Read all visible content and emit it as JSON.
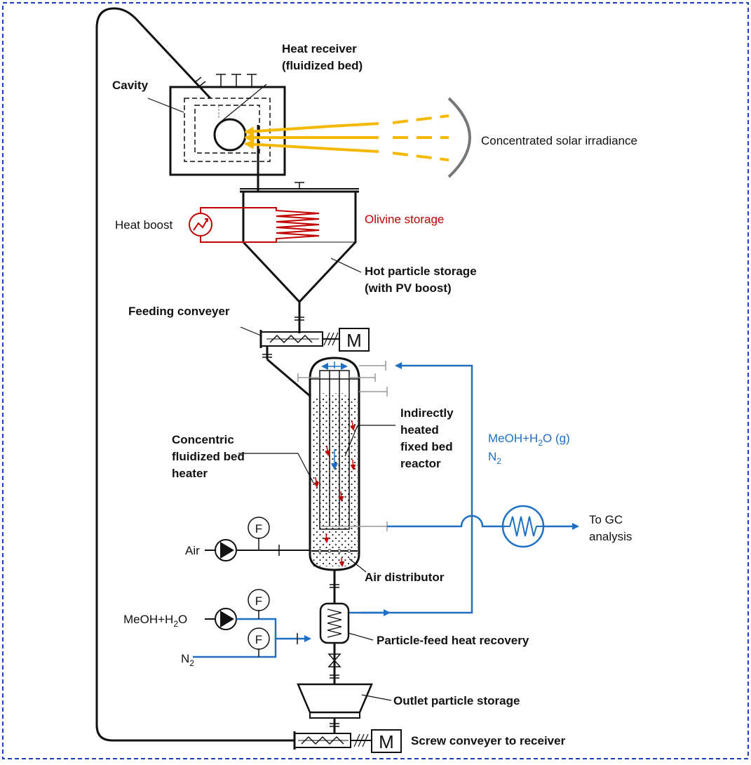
{
  "labels": {
    "cavity": "Cavity",
    "heat_receiver_1": "Heat receiver",
    "heat_receiver_2": "(fluidized bed)",
    "solar": "Concentrated solar irradiance",
    "heat_boost": "Heat boost",
    "olivine": "Olivine storage",
    "hot_storage_1": "Hot particle storage",
    "hot_storage_2": "(with PV boost)",
    "feeding_conveyer": "Feeding conveyer",
    "motor": "M",
    "ihfbr_1": "Indirectly",
    "ihfbr_2": "heated",
    "ihfbr_3": "fixed bed",
    "ihfbr_4": "reactor",
    "cfbh_1": "Concentric",
    "cfbh_2": "fluidized bed",
    "cfbh_3": "heater",
    "feed_gas_1_a": "MeOH+H",
    "feed_gas_1_sub": "2",
    "feed_gas_1_b": "O (g)",
    "feed_gas_2_a": "N",
    "feed_gas_2_sub": "2",
    "to_gc_1": "To GC",
    "to_gc_2": "analysis",
    "flow_meter": "F",
    "air": "Air",
    "air_distributor": "Air distributor",
    "meoh_a": "MeOH+H",
    "meoh_sub": "2",
    "meoh_b": "O",
    "n2_a": "N",
    "n2_sub": "2",
    "particle_feed": "Particle-feed heat recovery",
    "outlet_storage": "Outlet particle storage",
    "screw_conveyer": "Screw conveyer to receiver"
  },
  "colors": {
    "frame": "#1f3fbf",
    "process_line": "#111111",
    "gas_line": "#1f6fc5",
    "heat_boost": "#c00000",
    "solar_rays": "#f5b800",
    "mirror": "#777777"
  },
  "icons": [
    "motor-icon",
    "pump-icon",
    "flow-meter-icon",
    "heat-exchanger-icon",
    "heat-boost-icon",
    "valve-icon",
    "mirror-icon"
  ]
}
